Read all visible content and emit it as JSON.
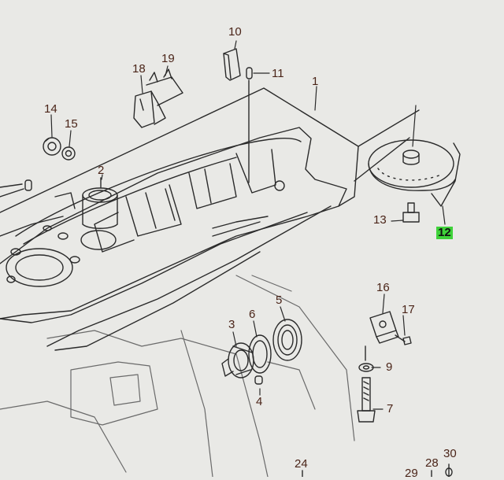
{
  "diagram": {
    "parts": [
      {
        "id": "p1",
        "label": "1"
      },
      {
        "id": "p2",
        "label": "2"
      },
      {
        "id": "p3",
        "label": "3"
      },
      {
        "id": "p4",
        "label": "4"
      },
      {
        "id": "p5",
        "label": "5"
      },
      {
        "id": "p6",
        "label": "6"
      },
      {
        "id": "p7",
        "label": "7"
      },
      {
        "id": "p9",
        "label": "9"
      },
      {
        "id": "p10",
        "label": "10"
      },
      {
        "id": "p11",
        "label": "11"
      },
      {
        "id": "p12",
        "label": "12",
        "highlighted": true,
        "highlight_color": "#3fd23a"
      },
      {
        "id": "p13",
        "label": "13"
      },
      {
        "id": "p14",
        "label": "14"
      },
      {
        "id": "p15",
        "label": "15"
      },
      {
        "id": "p16",
        "label": "16"
      },
      {
        "id": "p17",
        "label": "17"
      },
      {
        "id": "p18",
        "label": "18"
      },
      {
        "id": "p19",
        "label": "19"
      },
      {
        "id": "p24",
        "label": "24"
      },
      {
        "id": "p28",
        "label": "28"
      },
      {
        "id": "p29",
        "label": "29"
      },
      {
        "id": "p30",
        "label": "30"
      }
    ],
    "colors": {
      "background": "#e9e9e6",
      "line": "#2a2a2a",
      "label": "#4a2418",
      "highlight": "#3fd23a"
    }
  }
}
